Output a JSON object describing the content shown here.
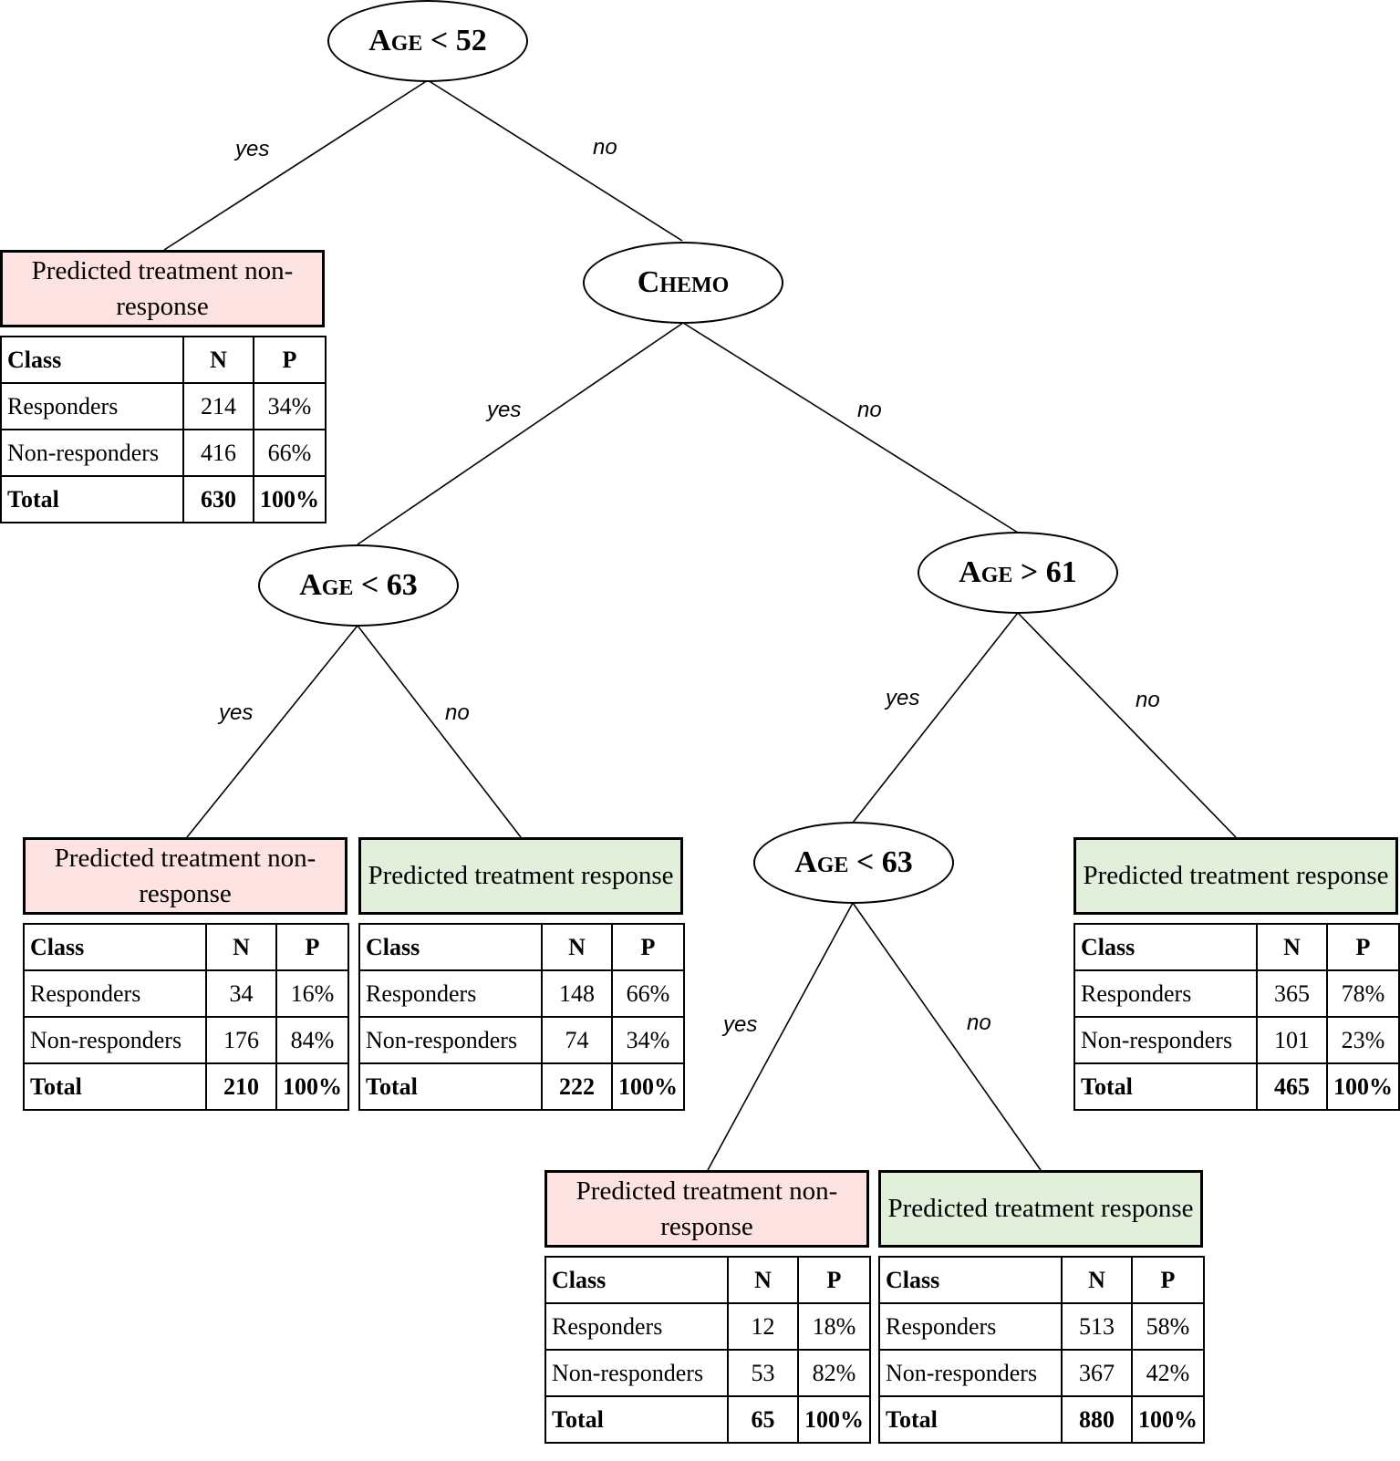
{
  "nodes": {
    "root": "Age < 52",
    "chemo": "Chemo",
    "age63_left": "Age < 63",
    "age61": "Age > 61",
    "age63_right": "Age < 63"
  },
  "edges": {
    "root_yes": "yes",
    "root_no": "no",
    "chemo_yes": "yes",
    "chemo_no": "no",
    "age63_left_yes": "yes",
    "age63_left_no": "no",
    "age61_yes": "yes",
    "age61_no": "no",
    "age63_right_yes": "yes",
    "age63_right_no": "no"
  },
  "table_headers": {
    "class": "Class",
    "n": "N",
    "p": "P"
  },
  "leaves": {
    "leaf1": {
      "title": "Predicted treatment non-response",
      "rows": [
        {
          "class": "Responders",
          "n": "214",
          "p": "34%"
        },
        {
          "class": "Non-responders",
          "n": "416",
          "p": "66%"
        }
      ],
      "total": {
        "class": "Total",
        "n": "630",
        "p": "100%"
      }
    },
    "leaf2": {
      "title": "Predicted treatment non-response",
      "rows": [
        {
          "class": "Responders",
          "n": "34",
          "p": "16%"
        },
        {
          "class": "Non-responders",
          "n": "176",
          "p": "84%"
        }
      ],
      "total": {
        "class": "Total",
        "n": "210",
        "p": "100%"
      }
    },
    "leaf3": {
      "title": "Predicted treatment response",
      "rows": [
        {
          "class": "Responders",
          "n": "148",
          "p": "66%"
        },
        {
          "class": "Non-responders",
          "n": "74",
          "p": "34%"
        }
      ],
      "total": {
        "class": "Total",
        "n": "222",
        "p": "100%"
      }
    },
    "leaf4": {
      "title": "Predicted treatment response",
      "rows": [
        {
          "class": "Responders",
          "n": "365",
          "p": "78%"
        },
        {
          "class": "Non-responders",
          "n": "101",
          "p": "23%"
        }
      ],
      "total": {
        "class": "Total",
        "n": "465",
        "p": "100%"
      }
    },
    "leaf5": {
      "title": "Predicted treatment non-response",
      "rows": [
        {
          "class": "Responders",
          "n": "12",
          "p": "18%"
        },
        {
          "class": "Non-responders",
          "n": "53",
          "p": "82%"
        }
      ],
      "total": {
        "class": "Total",
        "n": "65",
        "p": "100%"
      }
    },
    "leaf6": {
      "title": "Predicted treatment response",
      "rows": [
        {
          "class": "Responders",
          "n": "513",
          "p": "58%"
        },
        {
          "class": "Non-responders",
          "n": "367",
          "p": "42%"
        }
      ],
      "total": {
        "class": "Total",
        "n": "880",
        "p": "100%"
      }
    }
  },
  "colors": {
    "non_response_fill": "#fde2e2",
    "response_fill": "#e2efda",
    "stroke": "#000000"
  }
}
